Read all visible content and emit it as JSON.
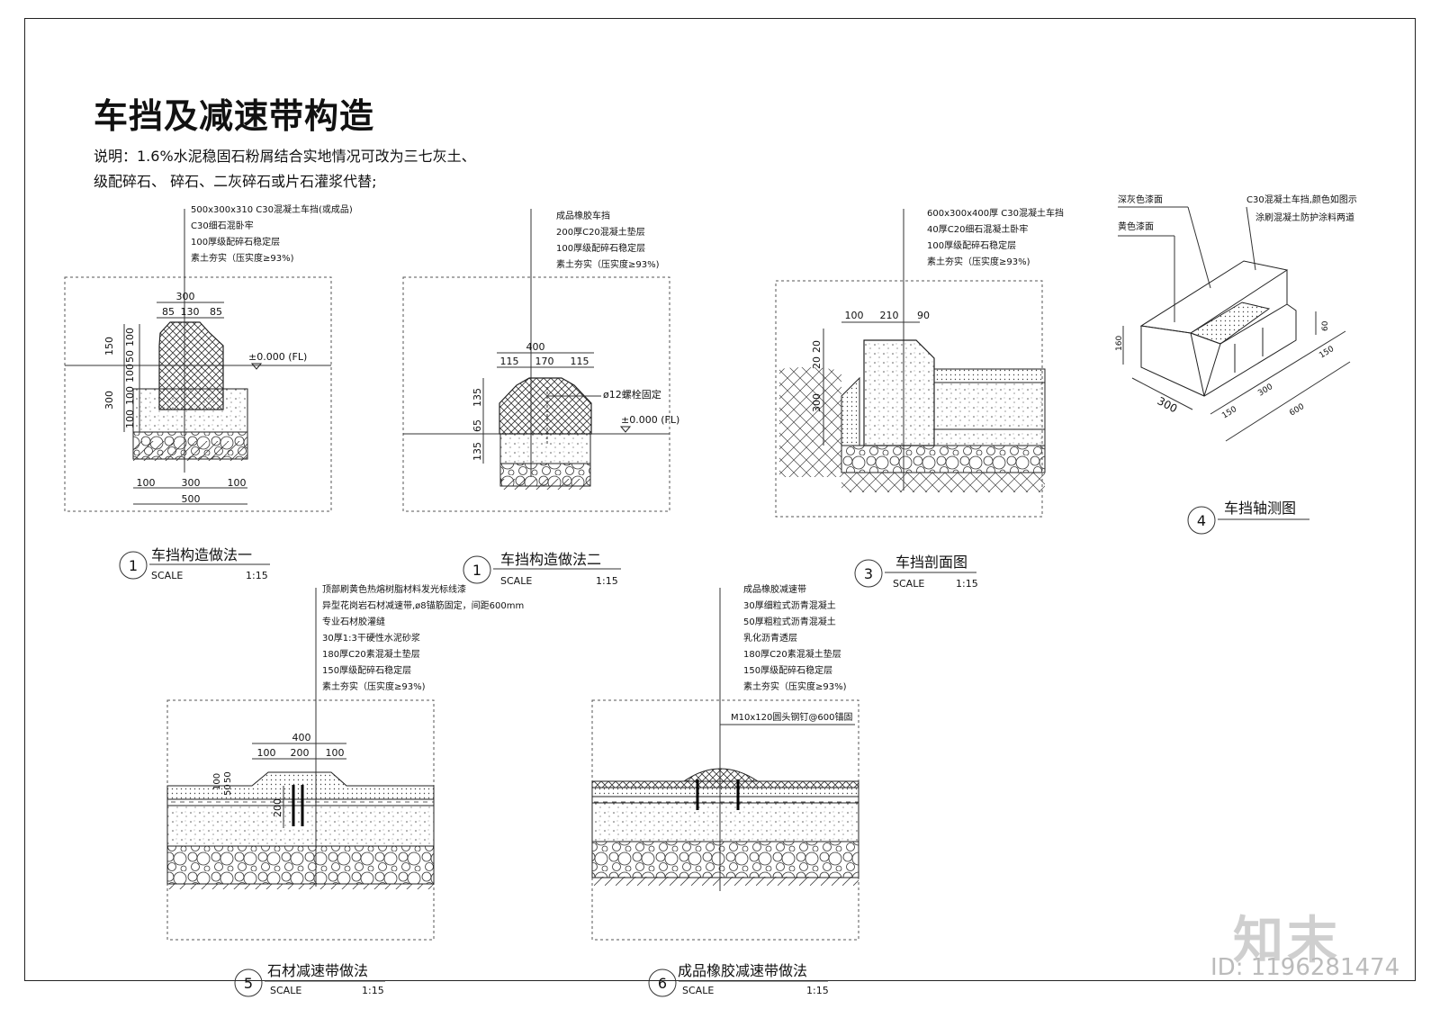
{
  "title": "车挡及减速带构造",
  "note": "说明：1.6%水泥稳固石粉屑结合实地情况可改为三七灰土、级配碎石、 碎石、二灰碎石或片石灌浆代替;",
  "watermark": {
    "logo": "知末",
    "id": "ID: 1196281474"
  },
  "d1": {
    "labels": [
      "500x300x310 C30混凝土车挡(或成品)",
      "C30细石混卧牢",
      "100厚级配碎石稳定层",
      "素土夯实（压实度≥93%)"
    ],
    "dims_top": [
      "300",
      "85",
      "130",
      "85"
    ],
    "dims_left": [
      "150",
      "100",
      "50",
      "100",
      "300",
      "100",
      "100"
    ],
    "dims_bottom": [
      "100",
      "300",
      "100",
      "500"
    ],
    "level": "±0.000 (FL)",
    "num": "1",
    "name": "车挡构造做法一",
    "scale_label": "SCALE",
    "scale": "1:15"
  },
  "d2": {
    "labels": [
      "成品橡胶车挡",
      "200厚C20混凝土垫层",
      "100厚级配碎石稳定层",
      "素土夯实（压实度≥93%)"
    ],
    "dims_top": [
      "400",
      "115",
      "170",
      "115"
    ],
    "dims_left": [
      "135",
      "65",
      "135"
    ],
    "bolt": "ø12螺栓固定",
    "level": "±0.000 (FL)",
    "num": "1",
    "name": "车挡构造做法二",
    "scale_label": "SCALE",
    "scale": "1:15"
  },
  "d3": {
    "labels": [
      "600x300x400厚 C30混凝土车挡",
      "40厚C20细石混凝土卧牢",
      "100厚级配碎石稳定层",
      "素土夯实（压实度≥93%)"
    ],
    "dims_top": [
      "100",
      "210",
      "90"
    ],
    "dims_left": [
      "20",
      "20",
      "300"
    ],
    "num": "3",
    "name": "车挡剖面图",
    "scale_label": "SCALE",
    "scale": "1:15"
  },
  "d4": {
    "labels": [
      "深灰色漆面",
      "黄色漆面",
      "C30混凝土车挡,颜色如图示",
      "涂刷混凝土防护涂料两道"
    ],
    "dims": [
      "160",
      "300",
      "150",
      "300",
      "150",
      "600",
      "60"
    ],
    "num": "4",
    "name": "车挡轴测图"
  },
  "d5": {
    "labels": [
      "顶部刷黄色热熔树脂材料发光标线漆",
      "异型花岗岩石材减速带,ø8锚筋固定，间距600mm",
      "专业石材胶灌缝",
      "30厚1:3干硬性水泥砂浆",
      "180厚C20素混凝土垫层",
      "150厚级配碎石稳定层",
      "素土夯实（压实度≥93%)"
    ],
    "dims_top": [
      "400",
      "100",
      "200",
      "100"
    ],
    "dims_left": [
      "100",
      "50",
      "50",
      "200"
    ],
    "num": "5",
    "name": "石材减速带做法",
    "scale_label": "SCALE",
    "scale": "1:15"
  },
  "d6": {
    "labels": [
      "成品橡胶减速带",
      "30厚细粒式沥青混凝土",
      "50厚粗粒式沥青混凝土",
      "乳化沥青透层",
      "180厚C20素混凝土垫层",
      "150厚级配碎石稳定层",
      "素土夯实（压实度≥93%)"
    ],
    "bolt": "M10x120圆头钢钉@600锚固",
    "num": "6",
    "name": "成品橡胶减速带做法",
    "scale_label": "SCALE",
    "scale": "1:15"
  }
}
